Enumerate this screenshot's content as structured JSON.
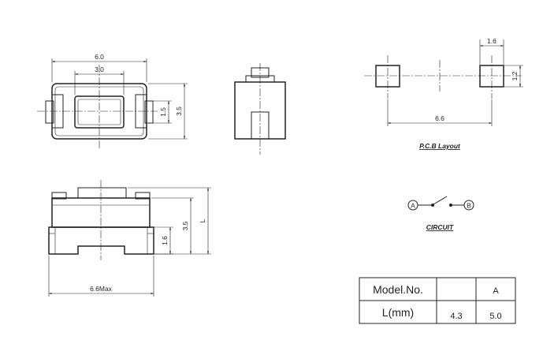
{
  "dimensions": {
    "top_width": "6.0",
    "inner_width": "3.0",
    "inner_height": "1.5",
    "body_height": "3.5",
    "pad_width": "1.6",
    "pad_height": "1.2",
    "pad_span": "6.6",
    "side_height": "3.5",
    "side_L": "L",
    "side_base": "1.6",
    "side_max": "6.6Max"
  },
  "captions": {
    "pcb_layout": "P.C.B Layout",
    "circuit": "CIRCUIT"
  },
  "circuit": {
    "terminal_a": "A",
    "terminal_b": "B"
  },
  "table": {
    "header_label": "Model.No.",
    "header_col2": "A",
    "row_label": "L(mm)",
    "row_val1": "4.3",
    "row_val2": "5.0"
  }
}
